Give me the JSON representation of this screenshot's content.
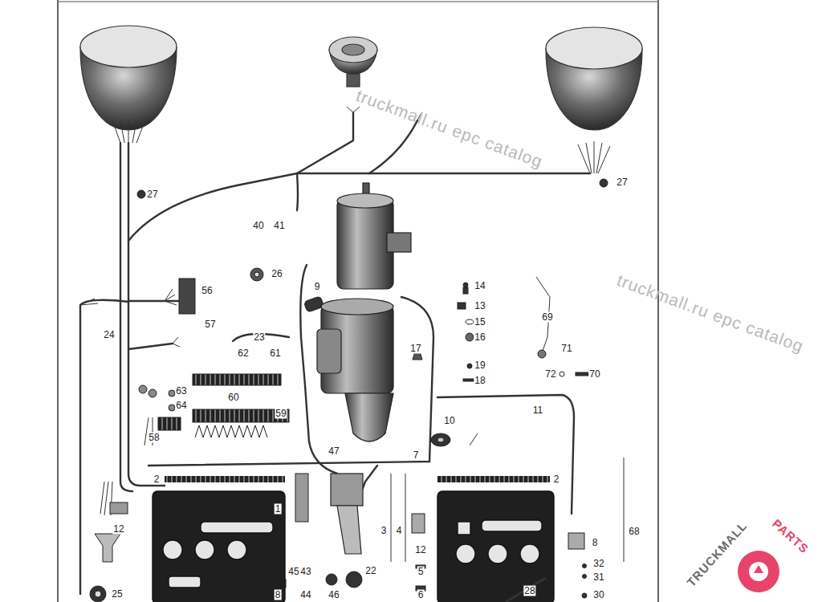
{
  "diagram": {
    "labels": [
      "27",
      "27",
      "40",
      "41",
      "26",
      "9",
      "14",
      "13",
      "15",
      "16",
      "69",
      "56",
      "57",
      "24",
      "23",
      "62",
      "61",
      "17",
      "71",
      "72",
      "70",
      "19",
      "18",
      "63",
      "64",
      "60",
      "59",
      "11",
      "10",
      "58",
      "47",
      "7",
      "2",
      "2",
      "1",
      "12",
      "3",
      "4",
      "8",
      "68",
      "12",
      "32",
      "31",
      "5",
      "45",
      "43",
      "22",
      "25",
      "44",
      "46",
      "6",
      "8",
      "28",
      "30",
      "truckmall.ru epc catalog",
      "truckmall.ru epc catalog",
      "TRUCKMALL",
      "PARTS"
    ]
  }
}
